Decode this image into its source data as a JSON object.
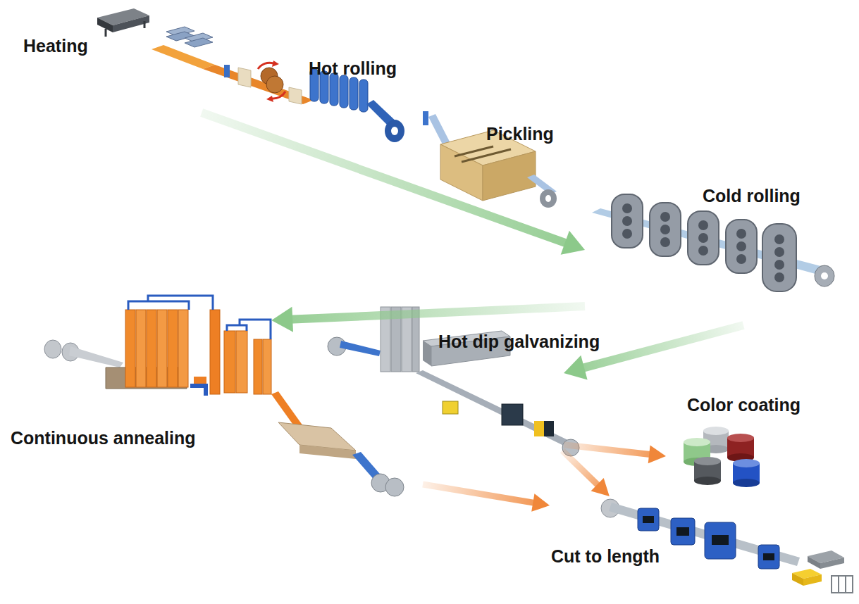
{
  "diagram": {
    "nodes": [
      {
        "text": [
          "Heating"
        ]
      },
      {
        "text": [
          "Hot rolling"
        ]
      },
      {
        "text": [
          "Pickling"
        ]
      },
      {
        "text": [
          "Cold rolling"
        ]
      },
      {
        "text": [
          "Continuous annealing"
        ]
      },
      {
        "text": [
          "Hot dip galvanizing"
        ]
      },
      {
        "text": [
          "Color coating"
        ]
      },
      {
        "text": [
          "Cut to length"
        ]
      }
    ],
    "edges": [
      {
        "from": 1,
        "to": 3,
        "arrow": "to"
      },
      {
        "from": 3,
        "to": 4,
        "arrow": "to"
      },
      {
        "from": 3,
        "to": 5,
        "arrow": "to"
      },
      {
        "from": 5,
        "to": 6,
        "arrow": "to"
      },
      {
        "from": 5,
        "to": 7,
        "arrow": "to"
      },
      {
        "from": 4,
        "to": 7,
        "arrow": "to"
      }
    ]
  }
}
